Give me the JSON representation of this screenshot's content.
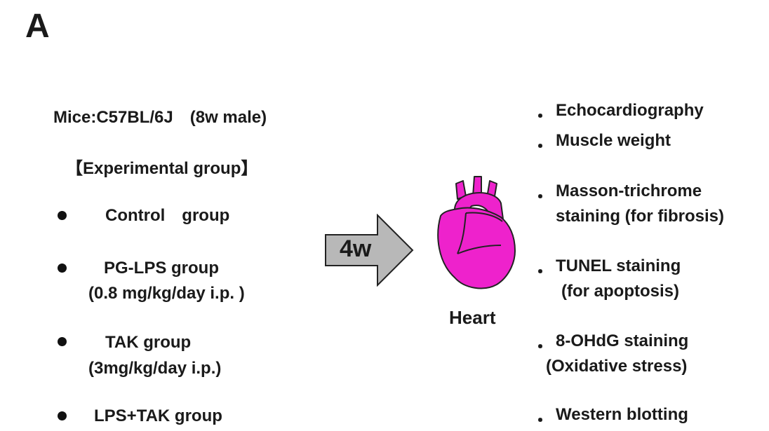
{
  "panel_label": "A",
  "mice": "Mice:C57BL/6J　(8w male)",
  "experimental_heading": "【Experimental group】",
  "groups": [
    {
      "name": "Control　group",
      "dose": ""
    },
    {
      "name": "PG-LPS group",
      "dose": "(0.8 mg/kg/day i.p. )"
    },
    {
      "name": "TAK group",
      "dose": "(3mg/kg/day i.p.)"
    },
    {
      "name": "LPS+TAK group",
      "dose": ""
    }
  ],
  "arrow_label": "4w",
  "organ_label": "Heart",
  "bullet_char": "・",
  "analyses": [
    [
      "Echocardiography"
    ],
    [
      "Muscle weight"
    ],
    [
      "Masson-trichrome",
      "staining (for fibrosis)"
    ],
    [
      "TUNEL staining",
      "(for apoptosis)"
    ],
    [
      "8-OHdG staining",
      "(Oxidative stress)"
    ],
    [
      "Western blotting"
    ]
  ],
  "colors": {
    "heart_fill": "#ee22cc",
    "arrow_fill": "#b8b8b8",
    "outline": "#222222"
  }
}
